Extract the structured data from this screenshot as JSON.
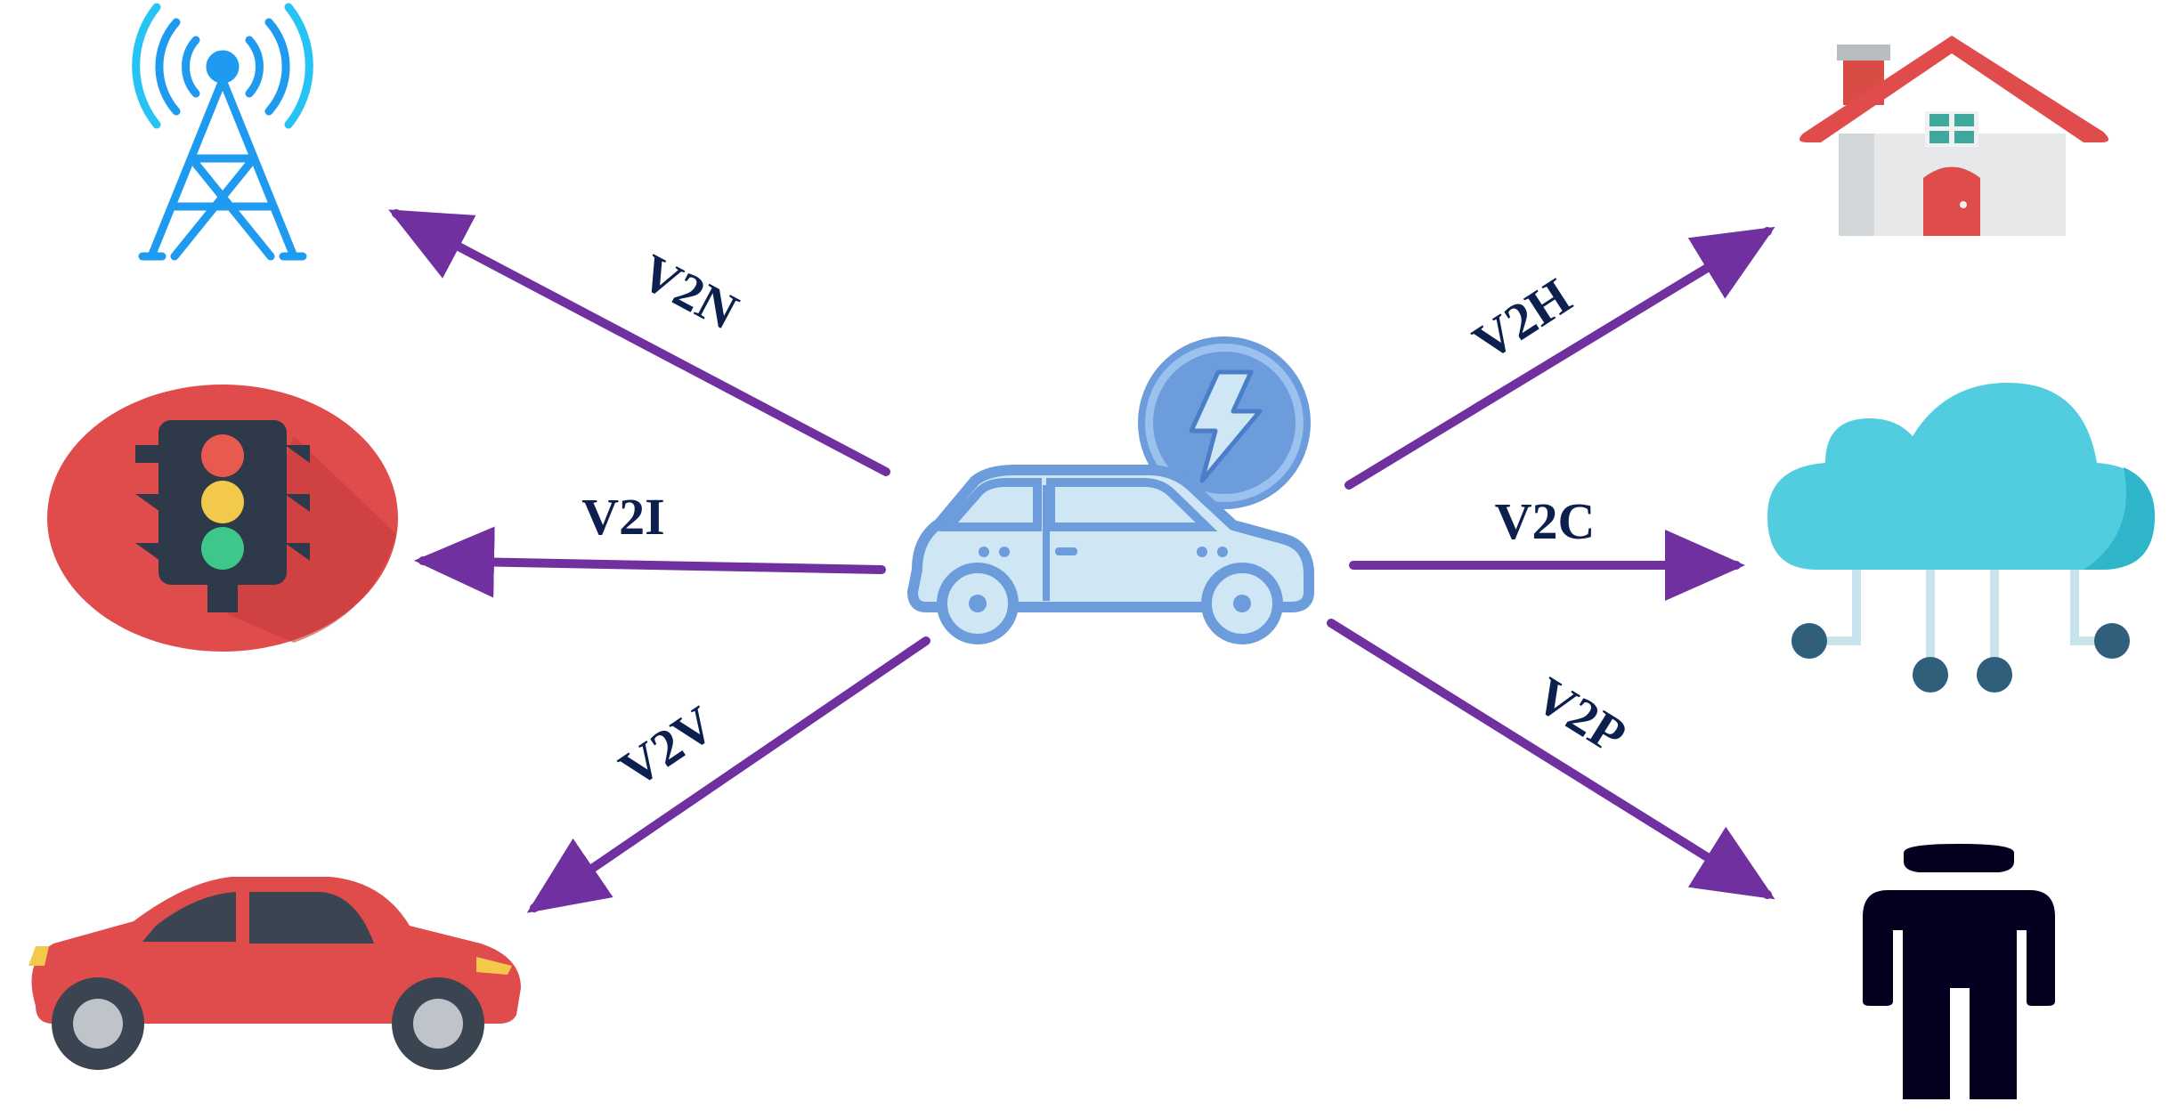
{
  "links": [
    {
      "id": "v2n",
      "label": "V2N",
      "target": "cell-tower"
    },
    {
      "id": "v2i",
      "label": "V2I",
      "target": "traffic-light"
    },
    {
      "id": "v2v",
      "label": "V2V",
      "target": "car"
    },
    {
      "id": "v2h",
      "label": "V2H",
      "target": "house"
    },
    {
      "id": "v2c",
      "label": "V2C",
      "target": "cloud"
    },
    {
      "id": "v2p",
      "label": "V2P",
      "target": "pedestrian"
    }
  ],
  "colors": {
    "arrow": "#7030A0",
    "label": "#0D1F4E",
    "ev_blue": "#6C9CDB",
    "ev_light": "#CFE7F5",
    "tower": "#1E9BF0",
    "house_roof": "#E04B4B",
    "cloud": "#4FC7DA",
    "node": "#2F5F7A",
    "car_red": "#E04B4B",
    "pedestrian": "#02001E"
  },
  "icons": {
    "center": "electric-car-icon",
    "v2n": "cell-tower-icon",
    "v2i": "traffic-light-icon",
    "v2v": "red-car-icon",
    "v2h": "house-icon",
    "v2c": "cloud-network-icon",
    "v2p": "person-icon"
  }
}
